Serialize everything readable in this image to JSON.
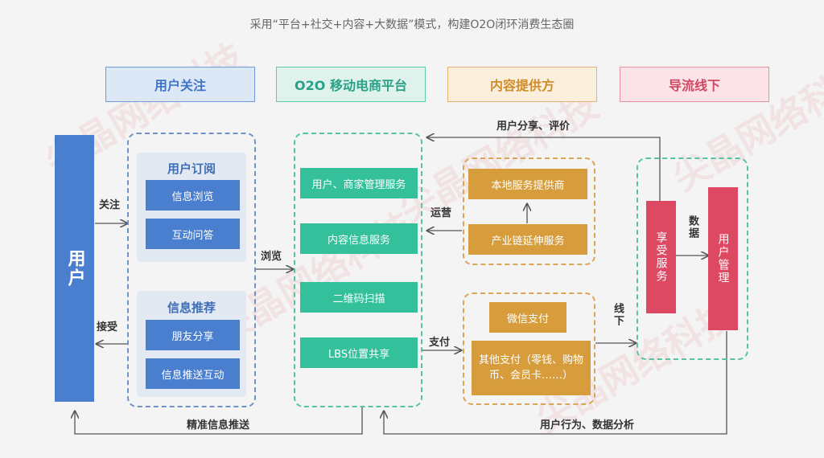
{
  "title": "采用“平台+社交+内容+大数据”模式，构建O2O闭环消费生态圈",
  "headers": {
    "user_follow": "用户关注",
    "o2o_platform": "O2O 移动电商平台",
    "content_provider": "内容提供方",
    "offline": "导流线下"
  },
  "user_bar": "用户",
  "follow_group": {
    "subscribe_title": "用户订阅",
    "subscribe_items": [
      "信息浏览",
      "互动问答"
    ],
    "recommend_title": "信息推荐",
    "recommend_items": [
      "朋友分享",
      "信息推送互动"
    ]
  },
  "platform_items": [
    "用户、商家管理服务",
    "内容信息服务",
    "二维码扫描",
    "LBS位置共享"
  ],
  "provider_items": [
    "本地服务提供商",
    "产业链延伸服务"
  ],
  "payment_items": [
    "微信支付",
    "其他支付（零钱、购物币、会员卡……）"
  ],
  "offline_items": {
    "enjoy": "享受服务",
    "manage": "用户管理"
  },
  "labels": {
    "follow": "关注",
    "accept": "接受",
    "browse": "浏览",
    "operate": "运营",
    "pay": "支付",
    "offline": "线下",
    "data": "数据",
    "share_review": "用户分享、评价",
    "push": "精准信息推送",
    "behavior": "用户行为、数据分析"
  },
  "watermark": "尖晶网络科技",
  "colors": {
    "blue": "#4a7fd0",
    "green": "#33c09a",
    "orange": "#d79d3c",
    "red": "#dd4863"
  }
}
